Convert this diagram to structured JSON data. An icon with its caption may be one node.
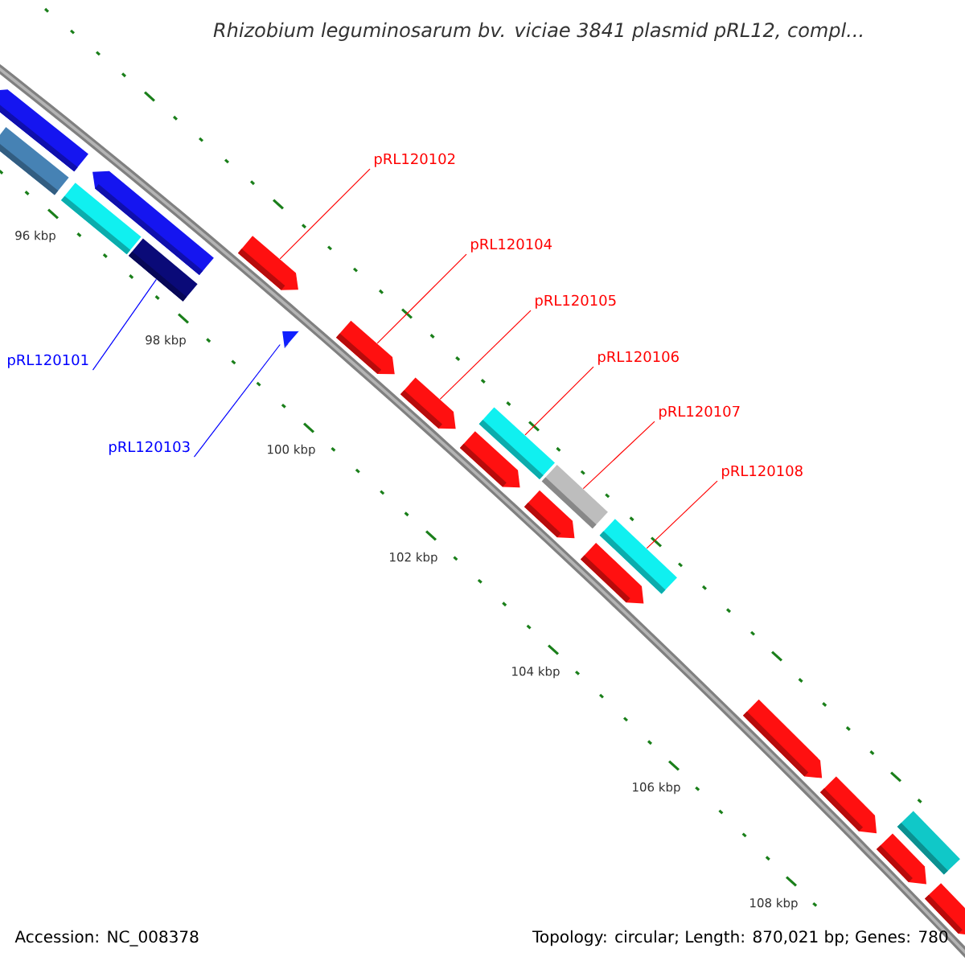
{
  "diagram": {
    "title": "*Rhizobium leguminosarum* bv. *viciae* 3841 plasmid pRL12, compl...",
    "nodes": [
      {
        "text": [
          "pRL120102"
        ]
      },
      {
        "text": [
          "pRL120104"
        ]
      },
      {
        "text": [
          "pRL120105"
        ]
      },
      {
        "text": [
          "pRL120106"
        ]
      },
      {
        "text": [
          "pRL120101"
        ]
      },
      {
        "text": [
          "pRL120107"
        ]
      },
      {
        "text": [
          "pRL120103"
        ]
      },
      {
        "text": [
          "pRL120108"
        ]
      },
      {
        "text": [],
        "shape": "arrow"
      },
      {
        "text": [],
        "shape": "box"
      },
      {
        "text": [],
        "shape": "box"
      },
      {
        "text": [],
        "shape": "arrow"
      },
      {
        "text": [],
        "shape": "box"
      },
      {
        "text": [],
        "shape": "arrow"
      },
      {
        "text": [],
        "shape": "arrow"
      },
      {
        "text": [],
        "shape": "arrow"
      },
      {
        "text": [],
        "shape": "arrow"
      },
      {
        "text": [],
        "shape": "arrow"
      },
      {
        "text": [],
        "shape": "box"
      },
      {
        "text": [],
        "shape": "arrow"
      },
      {
        "text": [],
        "shape": "box"
      },
      {
        "text": [],
        "shape": "arrow"
      },
      {
        "text": [],
        "shape": "box"
      },
      {
        "text": [],
        "shape": "arrow"
      },
      {
        "text": [],
        "shape": "arrow"
      },
      {
        "text": [],
        "shape": "arrow"
      },
      {
        "text": [],
        "shape": "box"
      },
      {
        "text": [],
        "shape": "arrow"
      }
    ],
    "edges": [
      {
        "from": 0,
        "to": 13,
        "arrow": "none"
      },
      {
        "from": 1,
        "to": 15,
        "arrow": "none"
      },
      {
        "from": 2,
        "to": 16,
        "arrow": "none"
      },
      {
        "from": 3,
        "to": 18,
        "arrow": "none"
      },
      {
        "from": 4,
        "to": 12,
        "arrow": "none",
        "color": "#0000ff"
      },
      {
        "from": 5,
        "to": 20,
        "arrow": "none"
      },
      {
        "from": 6,
        "to": 14,
        "arrow": "none",
        "color": "#0000ff"
      },
      {
        "from": 7,
        "to": 22,
        "arrow": "none"
      }
    ],
    "labels": [
      "96 kbp",
      "98 kbp",
      "100 kbp",
      "102 kbp",
      "104 kbp",
      "106 kbp",
      "108 kbp",
      "Accession: NC_008378",
      "Topology: circular; Length: 870,021 bp; Genes: 780"
    ]
  }
}
